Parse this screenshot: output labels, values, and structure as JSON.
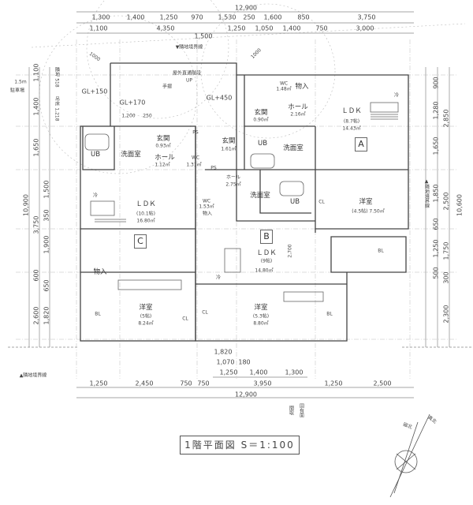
{
  "drawing_title": "1階平面図 S＝1:100",
  "top_dims": {
    "overall": "12,900",
    "row1": [
      "1,300",
      "1,400",
      "1,250",
      "970",
      "1,530",
      "250",
      "1,600",
      "850",
      "3,750"
    ],
    "row2": [
      "1,100",
      "4,350",
      "1,250",
      "1,050",
      "1,400",
      "750",
      "3,000"
    ],
    "row3": [
      "1,500"
    ]
  },
  "bottom_dims": {
    "inner": [
      "1,820",
      "1,070",
      "180",
      "1,250",
      "1,400",
      "1,300"
    ],
    "row": [
      "1,250",
      "2,450",
      "750",
      "750",
      "3,950",
      "1,250",
      "2,500"
    ],
    "overall": "12,900"
  },
  "left_dims": {
    "overall": "10,900",
    "mid": [
      "3,750",
      "2,600"
    ],
    "inner": [
      "1,100",
      "1,400",
      "1,650",
      "1,500",
      "350",
      "1,900",
      "600",
      "650",
      "1,820"
    ]
  },
  "right_dims": {
    "overall": "10,600",
    "mid": [
      "2,850",
      "2,500",
      "1,750",
      "300",
      "2,300"
    ],
    "inner": [
      "900",
      "1,280",
      "1,650",
      "1,850",
      "650",
      "1,250",
      "500"
    ]
  },
  "side_notes": {
    "left_top": "1.5m",
    "left_top2": "駐車場",
    "left_a": "隣地 518",
    "left_b": "吊床 1,218",
    "left_bottom": "▲隣地境界線",
    "right": "▲隣地境界線",
    "top": "▼隣地境界線",
    "diag1": "1000",
    "diag2": "1000",
    "center_note1": "間取",
    "center_note2": "固有面"
  },
  "units": [
    "A",
    "B",
    "C"
  ],
  "rooms": {
    "stair": "屋外直通階段",
    "up": "UP",
    "handrail": "手摺",
    "gl150": "GL+150",
    "gl170": "GL+170",
    "gl450": "GL+450",
    "dim1200": "1,200",
    "dim250": "250",
    "c_genkan": "玄関",
    "c_genkan_area": "0.93㎡",
    "c_sen": "洗面室",
    "c_ub": "UB",
    "c_hall": "ホール",
    "c_hall_area": "1.12㎡",
    "ps1": "PS",
    "ps2": "PS",
    "c_wc": "WC",
    "c_wc_area": "1.31㎡",
    "b_genkan": "玄関",
    "b_genkan_area": "1.61㎡",
    "a_wc": "WC",
    "a_wc_area": "1.48㎡",
    "a_storage": "物入",
    "a_genkan": "玄関",
    "a_genkan_area": "0.90㎡",
    "a_hall": "ホール",
    "a_hall_area": "2.16㎡",
    "a_ub": "UB",
    "a_sen": "洗面室",
    "a_ldk": "ＬＤＫ",
    "a_ldk_jo": "(8.7帖)",
    "a_ldk_area": "14.43㎡",
    "a_fridge": "冷",
    "a_yoshitsu": "洋室",
    "a_yoshitsu_jo": "(4.5帖) 7.50㎡",
    "a_cl": "CL",
    "a_bl": "BL",
    "c_ldk": "ＬＤＫ",
    "c_ldk_jo": "(10.1帖)",
    "c_ldk_area": "16.80㎡",
    "c_fridge": "冷",
    "b_hall": "ホール",
    "b_hall_area": "2.75㎡",
    "b_wc": "WC",
    "b_wc_area": "1.53㎡",
    "b_storage": "物入",
    "b_sen": "洗面室",
    "b_ub": "UB",
    "b_ldk": "ＬＤＫ",
    "b_ldk_jo": "(9帖)",
    "b_ldk_area": "14.80㎡",
    "b_ldk_dim": "2,700",
    "b_fridge": "冷",
    "c_storage": "物入",
    "c_yoshitsu": "洋室",
    "c_yoshitsu_jo": "(5帖)",
    "c_yoshitsu_area": "8.24㎡",
    "c_bl": "BL",
    "c_cl": "CL",
    "b_yoshitsu": "洋室",
    "b_yoshitsu_jo": "(5.3帖)",
    "b_yoshitsu_area": "8.80㎡",
    "b_cl": "CL",
    "b_bl": "BL"
  },
  "compass": {
    "true_north": "真北",
    "magnetic_north": "磁北"
  }
}
